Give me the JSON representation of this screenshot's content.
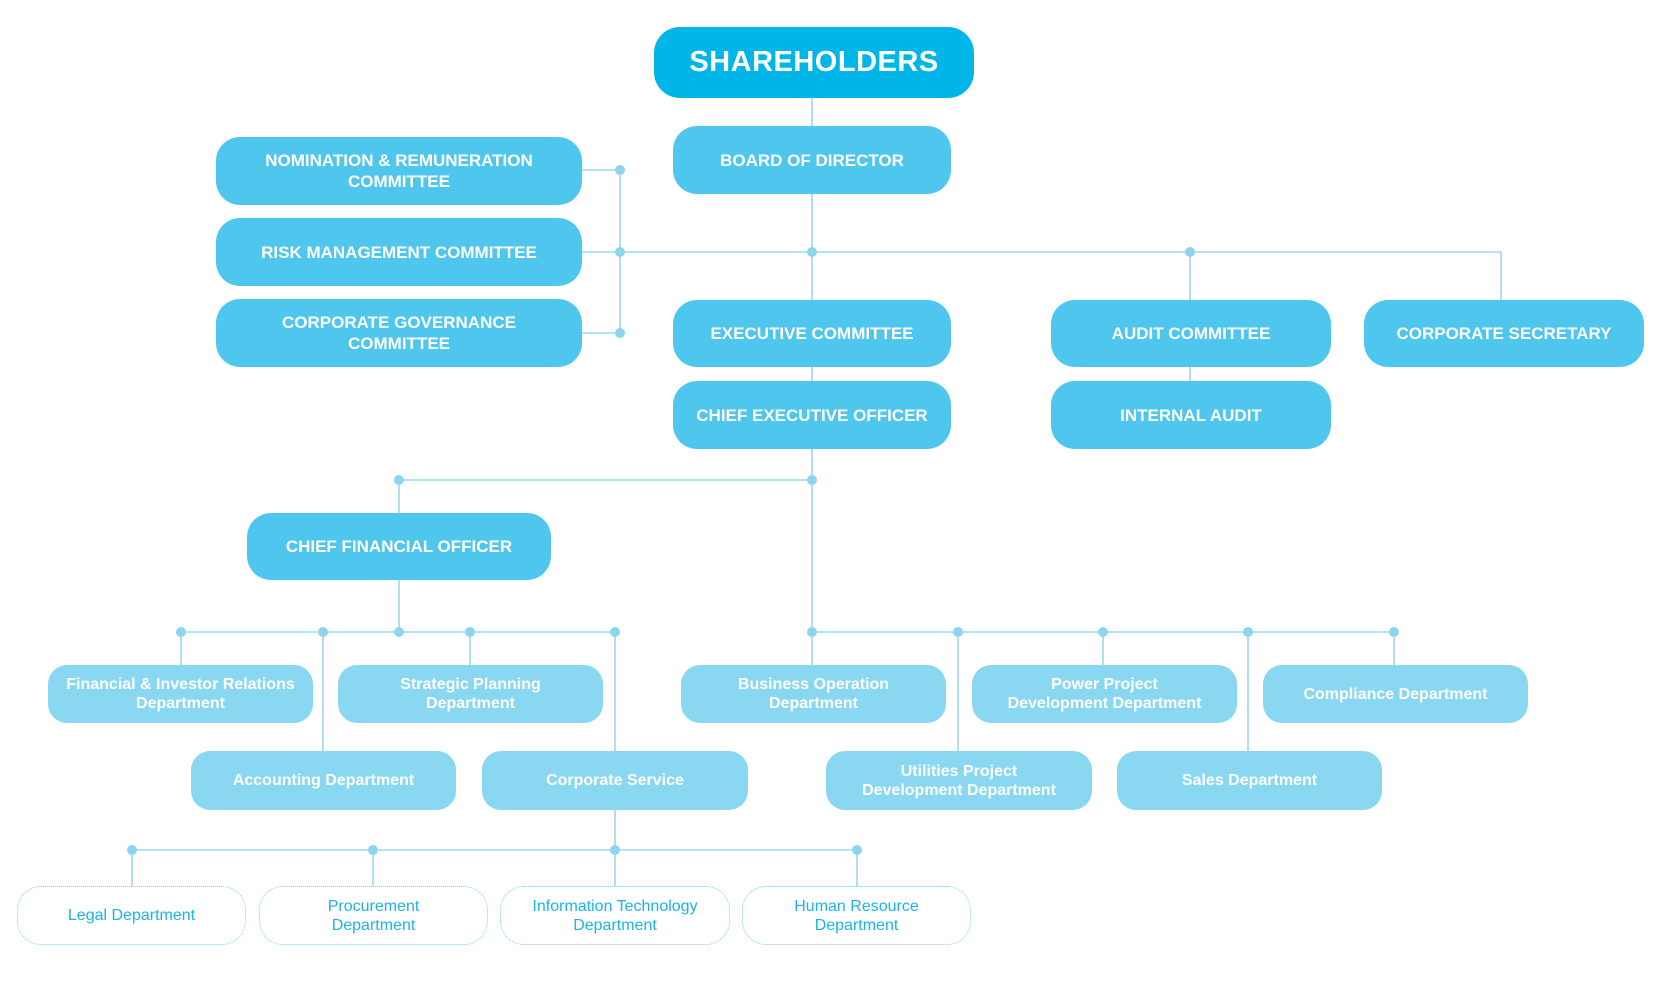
{
  "org_chart": {
    "shareholders": "SHAREHOLDERS",
    "board": "BOARD OF DIRECTOR",
    "committees": {
      "nomination": "NOMINATION & REMUNERATION\nCOMMITTEE",
      "risk": "RISK MANAGEMENT COMMITTEE",
      "governance": "CORPORATE GOVERNANCE\nCOMMITTEE",
      "executive": "EXECUTIVE COMMITTEE",
      "audit": "AUDIT COMMITTEE"
    },
    "corporate_secretary": "CORPORATE SECRETARY",
    "ceo": "CHIEF EXECUTIVE OFFICER",
    "internal_audit": "INTERNAL AUDIT",
    "cfo": "CHIEF FINANCIAL OFFICER",
    "departments": {
      "financial_ir": "Financial & Investor Relations\nDepartment",
      "strategic_planning": "Strategic Planning\nDepartment",
      "accounting": "Accounting Department",
      "corporate_service": "Corporate Service",
      "business_operation": "Business Operation\nDepartment",
      "power_project": "Power Project\nDevelopment Department",
      "compliance": "Compliance Department",
      "utilities_project": "Utilities Project\nDevelopment Department",
      "sales": "Sales Department"
    },
    "corporate_service_units": {
      "legal": "Legal Department",
      "procurement": "Procurement\nDepartment",
      "it": "Information Technology\nDepartment",
      "hr": "Human Resource\nDepartment"
    }
  },
  "colors": {
    "top": "#00b5e7",
    "level1": "#4fc6ed",
    "department": "#8ad7f2",
    "connector": "#9ad8ee",
    "sub_text": "#1cb3e6"
  }
}
